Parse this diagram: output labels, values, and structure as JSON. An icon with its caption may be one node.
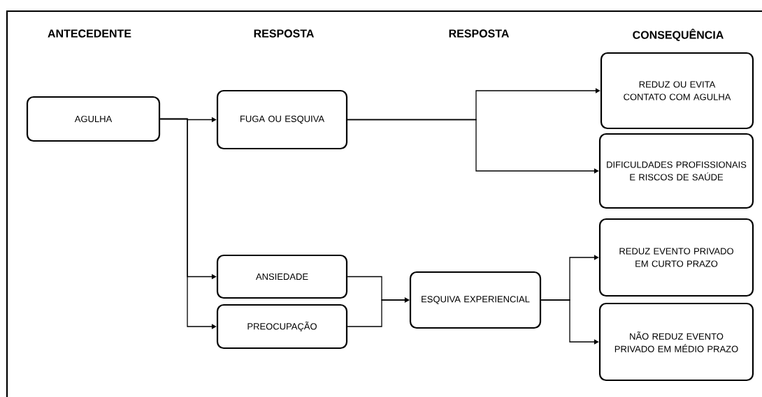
{
  "diagram": {
    "nodes": [
      {
        "text": [
          "AGULHA"
        ]
      },
      {
        "text": [
          "FUGA OU ESQUIVA"
        ]
      },
      {
        "text": [
          "ANSIEDADE"
        ]
      },
      {
        "text": [
          "PREOCUPAÇÃO"
        ]
      },
      {
        "text": [
          "ESQUIVA EXPERIENCIAL"
        ]
      },
      {
        "text": [
          "REDUZ OU EVITA CONTATO COM AGULHA"
        ]
      },
      {
        "text": [
          "DIFICULDADES PROFISSIONAIS E RISCOS DE SAÚDE"
        ]
      },
      {
        "text": [
          "REDUZ EVENTO PRIVADO EM CURTO PRAZO"
        ]
      },
      {
        "text": [
          "NÃO REDUZ EVENTO PRIVADO EM MÉDIO PRAZO"
        ]
      }
    ],
    "edges": [
      {
        "from": 0,
        "to": 1,
        "arrow": "to"
      },
      {
        "from": 0,
        "to": 2,
        "arrow": "to"
      },
      {
        "from": 0,
        "to": 3,
        "arrow": "to"
      },
      {
        "from": 1,
        "to": 5,
        "arrow": "to"
      },
      {
        "from": 1,
        "to": 6,
        "arrow": "to"
      },
      {
        "from": 2,
        "to": 4,
        "arrow": "to"
      },
      {
        "from": 3,
        "to": 4,
        "arrow": "to"
      },
      {
        "from": 4,
        "to": 7,
        "arrow": "to"
      },
      {
        "from": 4,
        "to": 8,
        "arrow": "to"
      }
    ],
    "labels": [
      "ANTECEDENTE",
      "RESPOSTA",
      "RESPOSTA",
      "CONSEQUÊNCIA"
    ]
  }
}
